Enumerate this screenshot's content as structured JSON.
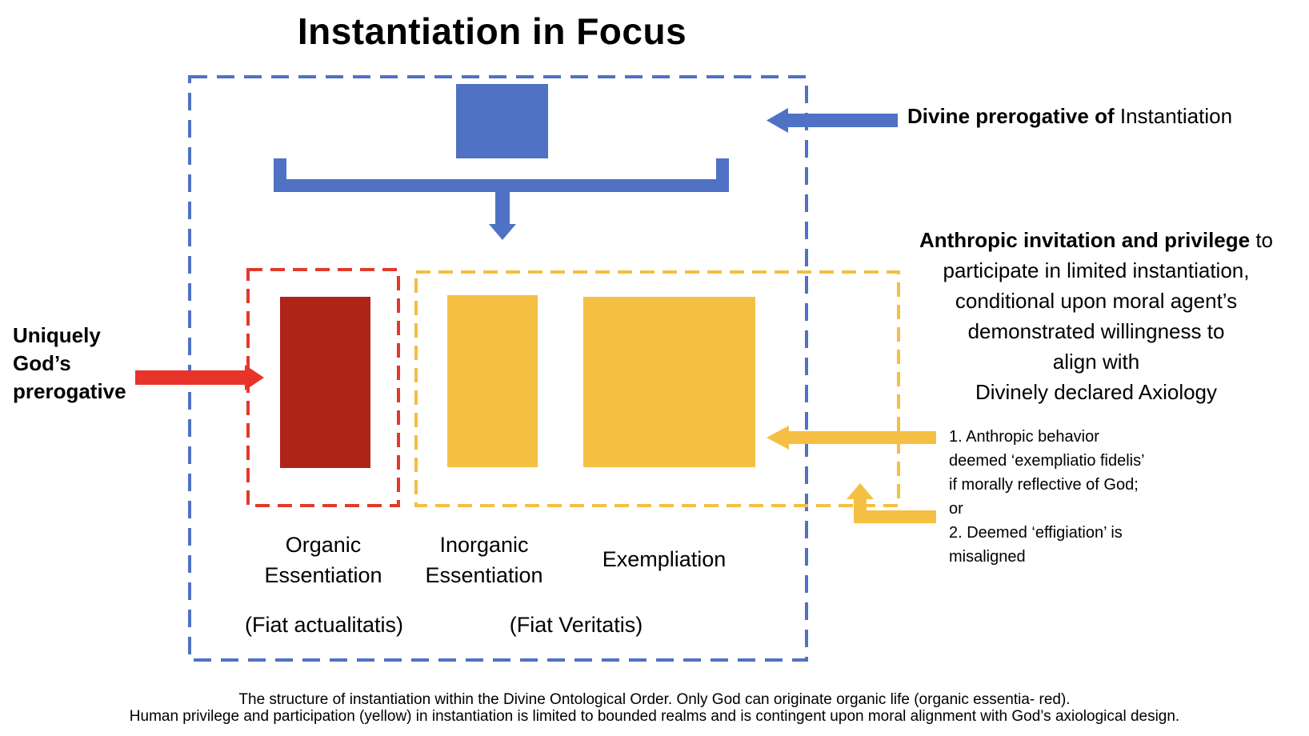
{
  "title": "Instantiation in Focus",
  "colors": {
    "blue": "#4f72c4",
    "red_dash": "#e23a2c",
    "dark_red": "#ae2418",
    "yellow": "#f4bf42",
    "red_arrow": "#e8322a"
  },
  "boxes": {
    "organic": {
      "label_line1": "Organic",
      "label_line2": "Essentiation"
    },
    "inorganic": {
      "label_line1": "Inorganic",
      "label_line2": "Essentiation"
    },
    "exemplation": {
      "label": "Exempliation"
    }
  },
  "fiat": {
    "actualitatis": "(Fiat actualitatis)",
    "veritatis": "(Fiat Veritatis)"
  },
  "annotations": {
    "divine": {
      "bold": "Divine prerogative of",
      "normal": " Instantiation"
    },
    "uniquely": {
      "line1": "Uniquely",
      "line2": "God’s",
      "line3": "prerogative"
    },
    "anthropic": {
      "bold": "Anthropic invitation and privilege",
      "normal": " to",
      "line2": "participate in limited instantiation,",
      "line3": "conditional upon moral agent’s",
      "line4": "demonstrated willingness to",
      "line5": "align with",
      "line6": "Divinely declared Axiology"
    },
    "list": {
      "l1": "1. Anthropic behavior",
      "l2": "deemed ‘exempliatio fidelis’",
      "l3": "if morally reflective of God;",
      "l4": "or",
      "l5": "2. Deemed ‘effigiation’ is",
      "l6": "misaligned"
    }
  },
  "caption": {
    "line1": "The structure of instantiation within the Divine Ontological Order. Only God can originate organic life (organic essentia- red).",
    "line2": "Human privilege and participation (yellow) in instantiation is limited to bounded realms and is contingent upon moral alignment with God’s axiological design."
  }
}
